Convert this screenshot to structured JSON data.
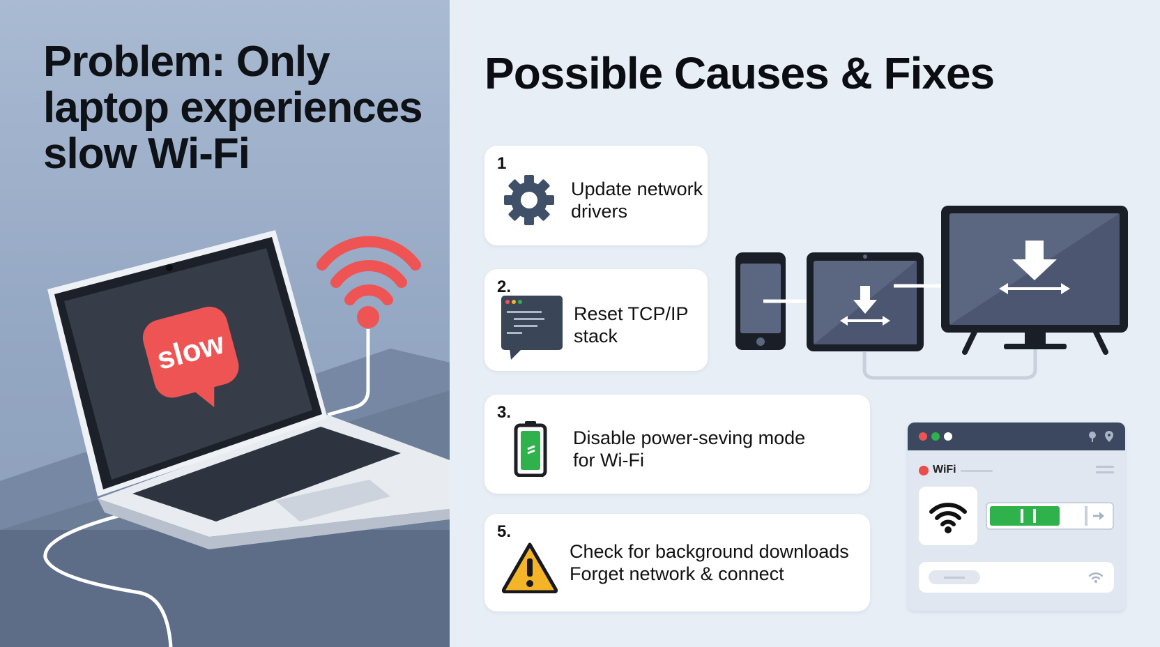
{
  "left_panel": {
    "title_lines": [
      "Problem: Only",
      "laptop experiences",
      "slow Wi-Fi"
    ],
    "badge_text": "slow"
  },
  "right_panel": {
    "title": "Possible Causes & Fixes"
  },
  "fixes": [
    {
      "number": "1",
      "lines": [
        "Update network",
        "drivers"
      ],
      "icon": "gear-icon"
    },
    {
      "number": "2.",
      "lines": [
        "Reset TCP/IP",
        "stack"
      ],
      "icon": "terminal-icon"
    },
    {
      "number": "3.",
      "lines": [
        "Disable power-seving mode",
        "for Wi-Fi"
      ],
      "icon": "battery-icon"
    },
    {
      "number": "5.",
      "lines": [
        "Check for background downloads",
        "Forget network & connect"
      ],
      "icon": "warning-icon"
    }
  ],
  "wifi_window": {
    "label": "WiFi",
    "signal_fraction": 0.58
  },
  "colors": {
    "accent_red": "#ef5454",
    "battery_green": "#2fb24c",
    "warning_yellow": "#f4b428",
    "dark_slate": "#3c4860"
  }
}
